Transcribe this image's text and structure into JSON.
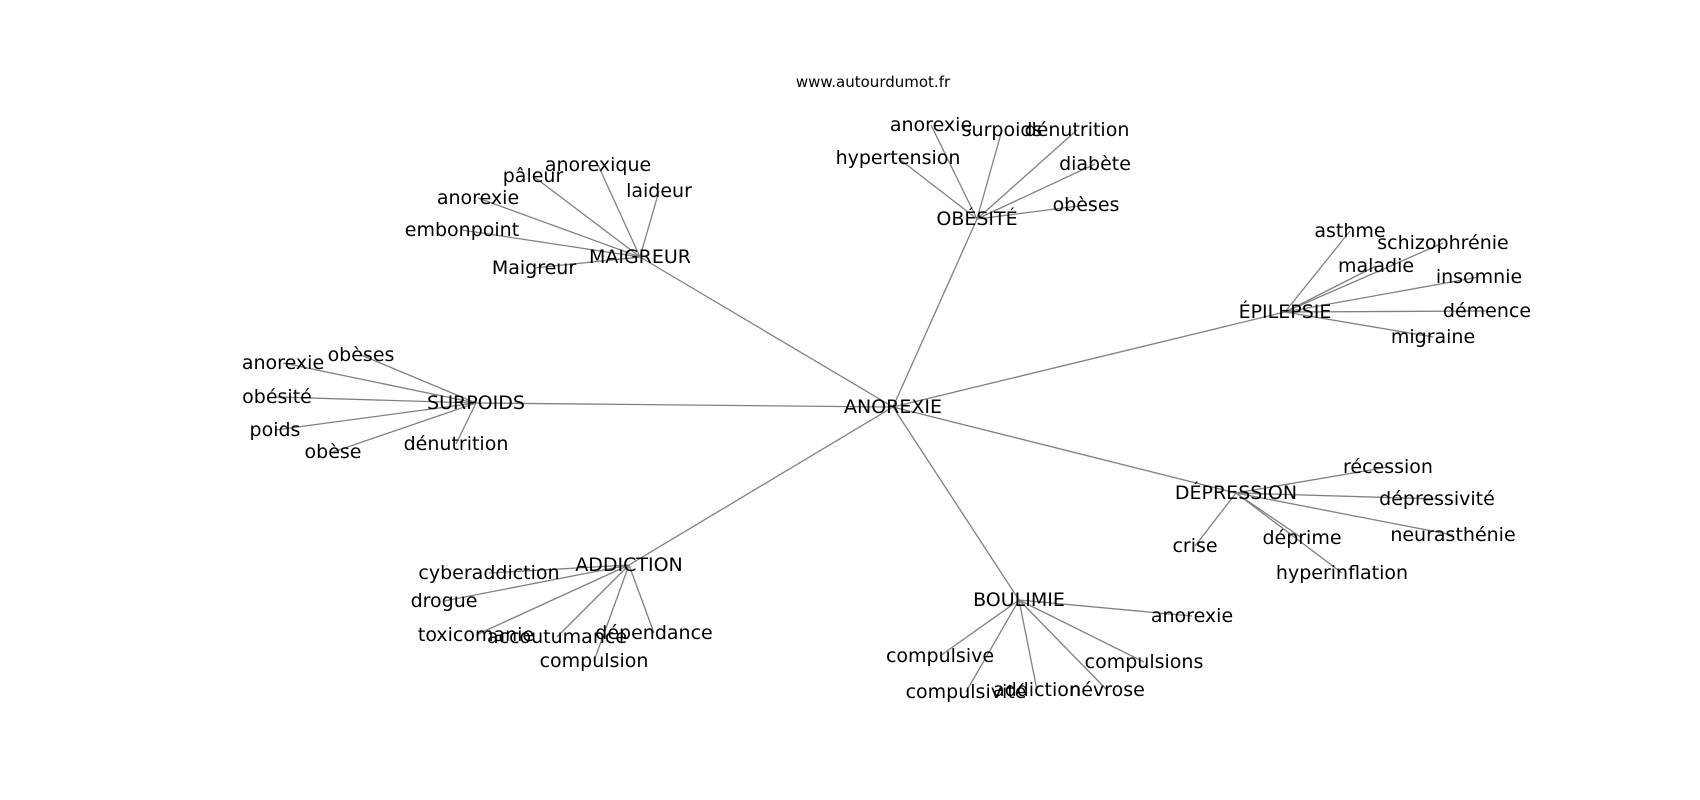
{
  "site": "www.autourdumot.fr",
  "colors": {
    "edge": "#808080",
    "text": "#000000",
    "background": "#ffffff"
  },
  "graph": {
    "center": "ANOREXIE",
    "clusters": [
      {
        "name": "MAIGREUR",
        "leaves": [
          "anorexique",
          "pâleur",
          "anorexie",
          "laideur",
          "embonpoint",
          "Maigreur"
        ]
      },
      {
        "name": "OBÉSITÉ",
        "leaves": [
          "anorexie",
          "surpoids",
          "dénutrition",
          "hypertension",
          "diabète",
          "obèses"
        ]
      },
      {
        "name": "ÉPILEPSIE",
        "leaves": [
          "asthme",
          "schizophrénie",
          "maladie",
          "insomnie",
          "démence",
          "migraine"
        ]
      },
      {
        "name": "SURPOIDS",
        "leaves": [
          "obèses",
          "anorexie",
          "obésité",
          "poids",
          "obèse",
          "dénutrition"
        ]
      },
      {
        "name": "DÉPRESSION",
        "leaves": [
          "récession",
          "dépressivité",
          "neurasthénie",
          "crise",
          "déprime",
          "hyperinflation"
        ]
      },
      {
        "name": "ADDICTION",
        "leaves": [
          "cyberaddiction",
          "drogue",
          "toxicomanie",
          "accoutumance",
          "dépendance",
          "compulsion"
        ]
      },
      {
        "name": "BOULIMIE",
        "leaves": [
          "anorexie",
          "compulsive",
          "compulsions",
          "compulsivité",
          "addiction",
          "névrose"
        ]
      }
    ]
  }
}
